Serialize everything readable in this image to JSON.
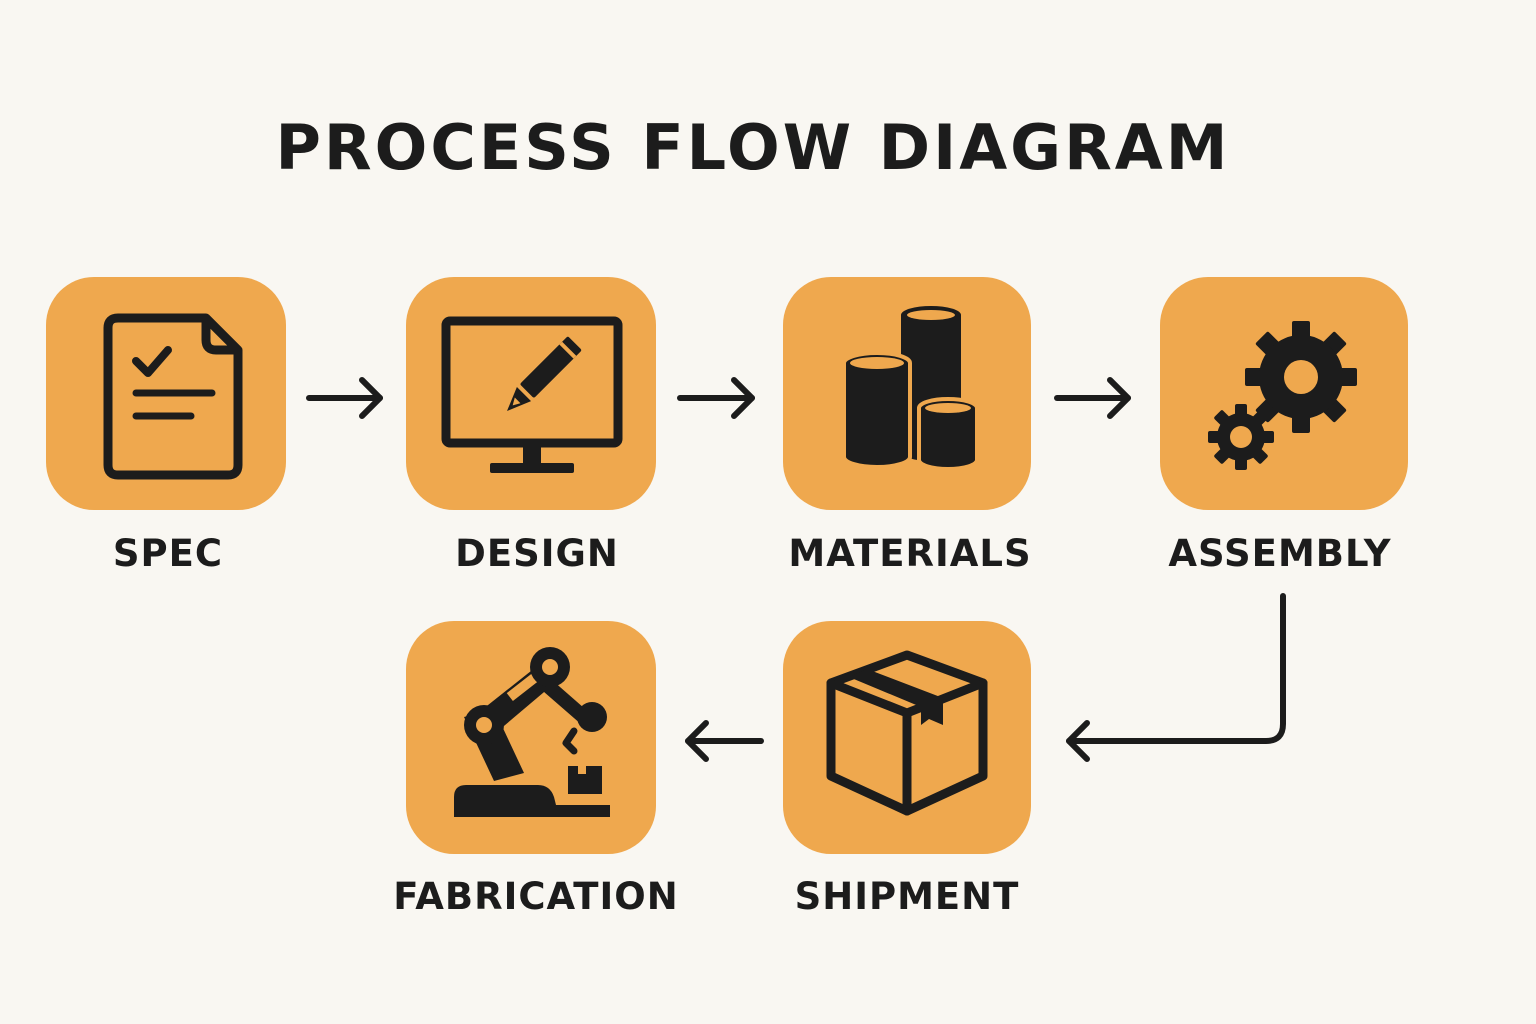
{
  "title": "PROCESS FLOW DIAGRAM",
  "steps": [
    {
      "label": "SPEC",
      "icon": "document-check-icon"
    },
    {
      "label": "DESIGN",
      "icon": "monitor-pencil-icon"
    },
    {
      "label": "MATERIALS",
      "icon": "cylinders-icon"
    },
    {
      "label": "ASSEMBLY",
      "icon": "gears-icon"
    },
    {
      "label": "SHIPMENT",
      "icon": "box-icon"
    },
    {
      "label": "FABRICATION",
      "icon": "robot-arm-icon"
    }
  ],
  "colors": {
    "background": "#f9f7f2",
    "tile": "#efa84e",
    "ink": "#1c1c1c"
  }
}
